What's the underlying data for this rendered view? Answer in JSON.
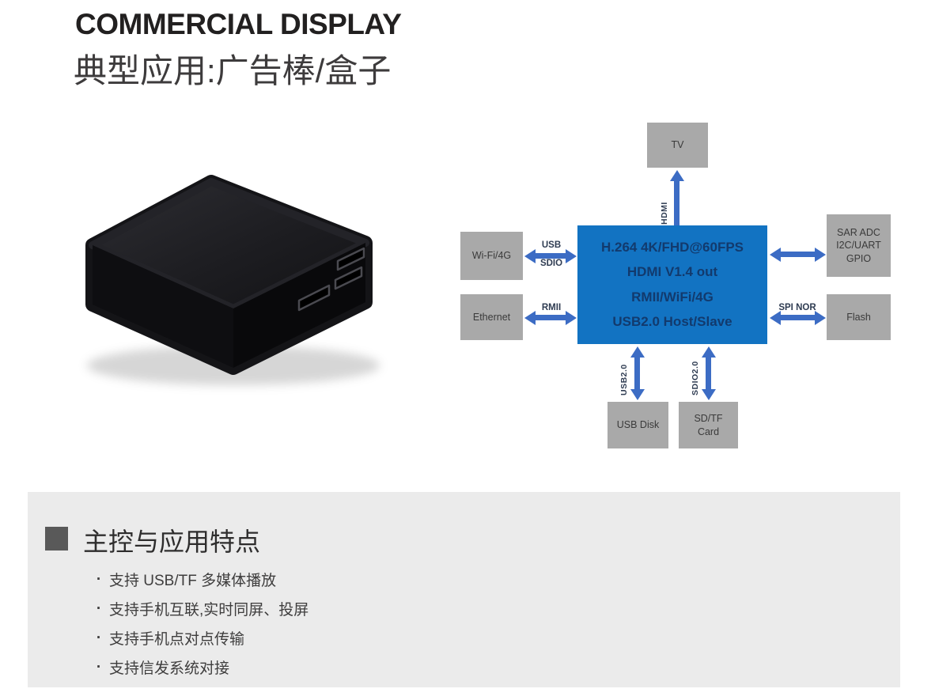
{
  "header": {
    "title": "COMMERCIAL DISPLAY",
    "subtitle": "典型应用:广告棒/盒子"
  },
  "icons": {
    "product_photo": "black-tv-box-photo"
  },
  "diagram": {
    "soc_lines": [
      "H.264 4K/FHD@60FPS",
      "HDMI V1.4 out",
      "RMII/WiFi/4G",
      "USB2.0 Host/Slave"
    ],
    "nodes": {
      "tv": "TV",
      "wifi": "Wi-Fi/4G",
      "ethernet": "Ethernet",
      "sar_adc": "SAR ADC\nI2C/UART\nGPIO",
      "flash": "Flash",
      "usb_disk": "USB Disk",
      "sd_tf_card": "SD/TF\nCard"
    },
    "link_labels": {
      "hdmi": "HDMI",
      "usb": "USB",
      "sdio": "SDIO",
      "rmii": "RMII",
      "spi_nor": "SPI NOR",
      "usb2_0": "USB2.0",
      "sdio2_0": "SDIO2.0"
    }
  },
  "features": {
    "heading": "主控与应用特点",
    "bullet_char": "·",
    "items": [
      "支持 USB/TF 多媒体播放",
      "支持手机互联,实时同屏、投屏",
      "支持手机点对点传输",
      "支持信发系统对接"
    ]
  },
  "colors": {
    "soc_fill": "#1273c2",
    "soc_text": "#123a6d",
    "arrow_blue": "#3c6cc4",
    "node_fill": "#a9a9a9",
    "node_text": "#3a3a3a",
    "section_bg": "#ebebeb",
    "marker_gray": "#595959",
    "link_label": "#2f3c52",
    "title_text": "#222020",
    "body_text": "#3e3d3d"
  }
}
